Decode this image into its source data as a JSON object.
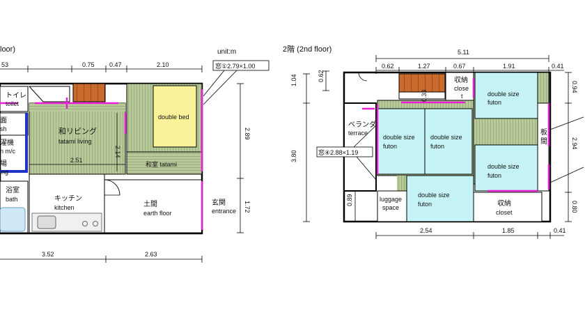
{
  "unit_label": "unit:m",
  "colors": {
    "tatami": "#b8c99a",
    "tatami_line": "#7d8f5e",
    "bed": "#fbf29a",
    "futon": "#c6f3f6",
    "stairs": "#c86b2c",
    "window": "#e81fd4",
    "water": "#1f33c8",
    "bath": "#cfe8f5"
  },
  "floor1": {
    "title_fragment": "loor)",
    "dims": {
      "top_left": "53",
      "top_a": "0.75",
      "top_b": "0.47",
      "top_c": "2.10",
      "bottom_a": "3.52",
      "bottom_b": "2.63",
      "right_a": "2.89",
      "right_b": "1.72",
      "inner_w": "2.51",
      "inner_h": "2.14"
    },
    "window_note": "窓①2.79×1.00",
    "rooms": {
      "toilet_jp": "トイレ",
      "toilet_en": "toilet",
      "wash_jp": "面",
      "wash_en": "sh",
      "machine_jp": "濯機",
      "machine_en": "n m/c",
      "bath_frag_jp": "場",
      "bath_frag_en": "ing",
      "bath_jp": "浴室",
      "bath_en": "bath",
      "living_jp": "和リビング",
      "living_en": "tatami living",
      "bed": "double bed",
      "washitsu": "和室 tatami",
      "kitchen_jp": "キッチン",
      "kitchen_en": "kitchen",
      "doma_jp": "土間",
      "doma_en": "earth floor",
      "genkan_jp": "玄関",
      "genkan_en": "entrance"
    }
  },
  "floor2": {
    "title": "2階 (2nd floor)",
    "dims": {
      "top_total": "5.11",
      "top_a": "0.62",
      "top_b": "1.27",
      "top_c": "0.67",
      "top_d": "1.91",
      "top_e": "0.41",
      "left_a": "1.04",
      "left_b": "0.62",
      "left_c": "3.80",
      "left_d": "0.89",
      "stair_h": "0.33",
      "right_a": "0.94",
      "right_b": "2.94",
      "right_c": "0.80",
      "bottom_a": "2.54",
      "bottom_b": "1.85",
      "bottom_c": "0.41"
    },
    "window_note": "窓④2.88×1.19",
    "rooms": {
      "closet_top_jp": "収納",
      "closet_top_en1": "close",
      "closet_top_en2": "t",
      "futon": "double size",
      "futon2": "futon",
      "veranda_jp": "ベランダ",
      "veranda_en": "terrace",
      "itama_1": "板",
      "itama_2": "間",
      "luggage_1": "luggage",
      "luggage_2": "space",
      "closet_bot_jp": "収納",
      "closet_bot_en": "closet"
    }
  }
}
